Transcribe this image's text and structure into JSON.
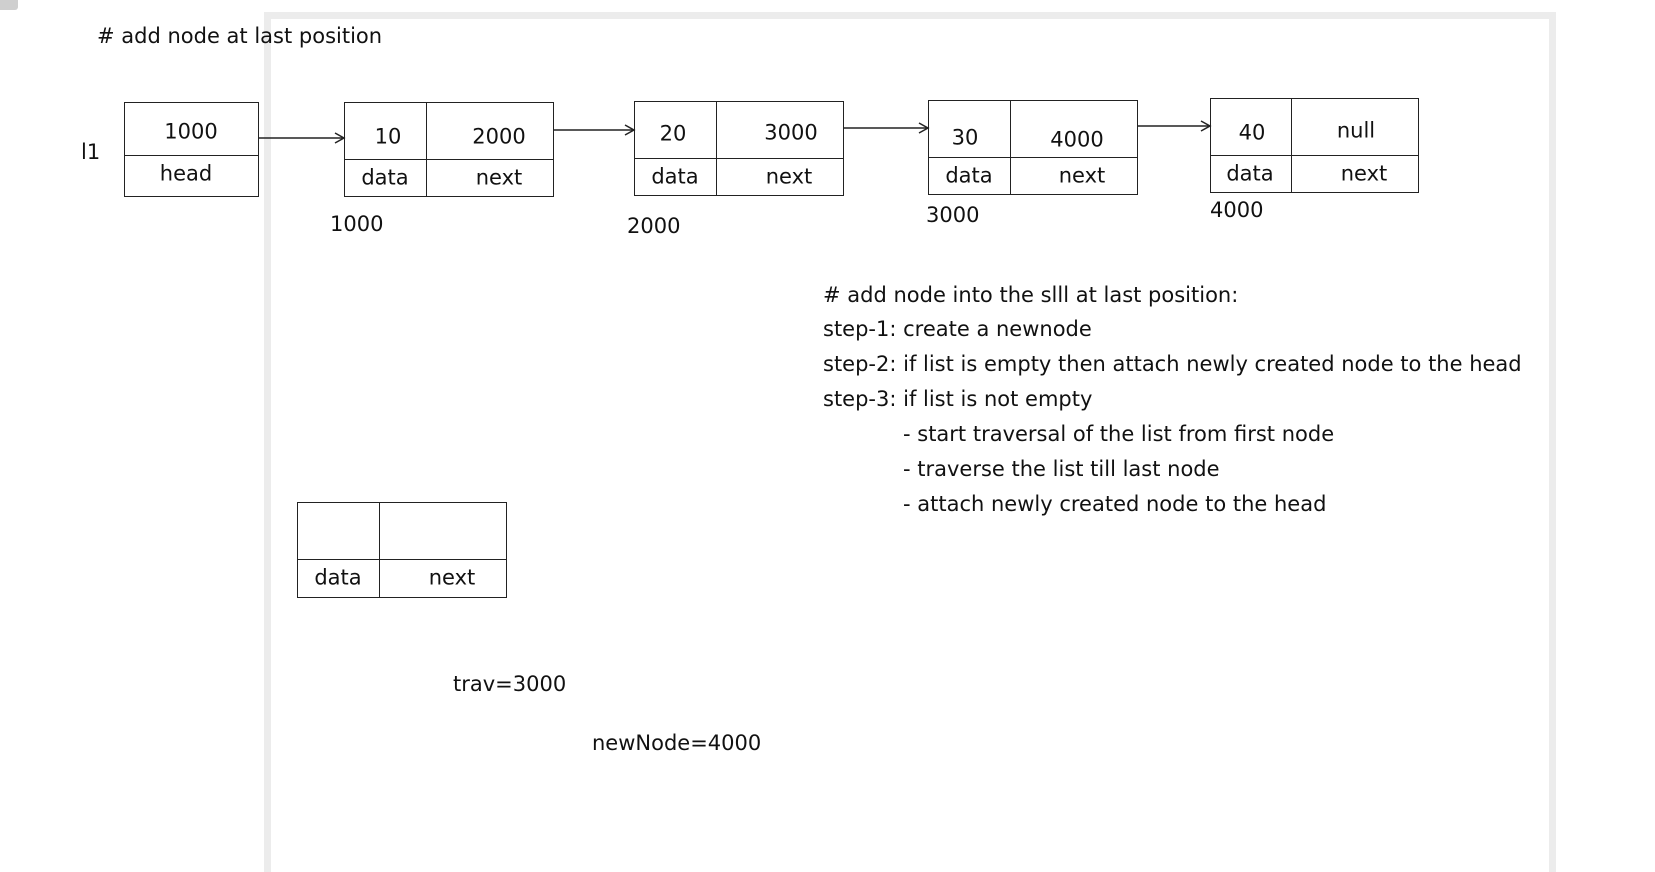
{
  "title": "# add node at last position",
  "list_var": "l1",
  "head": {
    "value": "1000",
    "label": "head"
  },
  "nodes": [
    {
      "data": "10",
      "next": "2000",
      "data_label": "data",
      "next_label": "next",
      "address": "1000"
    },
    {
      "data": "20",
      "next": "3000",
      "data_label": "data",
      "next_label": "next",
      "address": "2000"
    },
    {
      "data": "30",
      "next": "4000",
      "data_label": "data",
      "next_label": "next",
      "address": "3000"
    },
    {
      "data": "40",
      "next": "null",
      "data_label": "data",
      "next_label": "next",
      "address": "4000"
    }
  ],
  "new_node": {
    "data_label": "data",
    "next_label": "next"
  },
  "steps": [
    "# add node into the slll at last position:",
    "step-1: create a newnode",
    "step-2: if list is empty then attach newly created node to the head",
    "step-3: if list is not empty",
    "- start traversal of the list from first node",
    "- traverse the list till last node",
    "- attach newly created node to the head"
  ],
  "trav": "trav=3000",
  "new_node_var": "newNode=4000"
}
